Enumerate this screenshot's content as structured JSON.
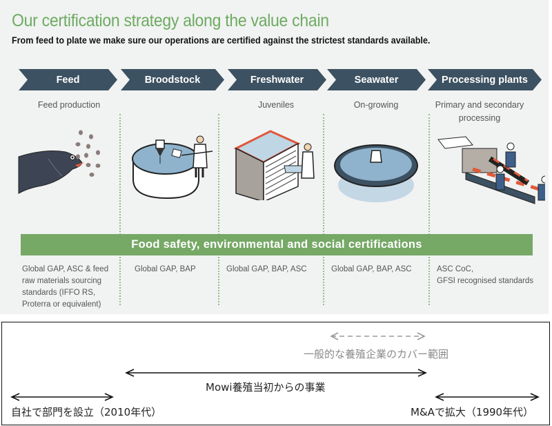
{
  "header": {
    "title": "Our certification strategy along the value chain",
    "subtitle": "From feed to plate we make sure our operations are certified against the strictest standards available."
  },
  "stages": [
    {
      "label": "Feed",
      "sub": "Feed production",
      "cert": "Global GAP, ASC & feed raw materials sourcing standards (IFFO RS, Proterra or equivalent)",
      "illustration": "salmon-eating-feed-illustration"
    },
    {
      "label": "Broodstock",
      "sub": "",
      "cert": "Global GAP, BAP",
      "illustration": "broodstock-tank-illustration"
    },
    {
      "label": "Freshwater",
      "sub": "Juveniles",
      "cert": "Global GAP, BAP, ASC",
      "illustration": "hatchery-trays-illustration"
    },
    {
      "label": "Seawater",
      "sub": "On-growing",
      "cert": "Global GAP, BAP, ASC",
      "illustration": "sea-pen-illustration"
    },
    {
      "label": "Processing plants",
      "sub": "Primary and secondary processing",
      "cert": "ASC CoC, GFSI recognised standards",
      "illustration": "processing-line-illustration"
    }
  ],
  "cert_lines": {
    "feed": [
      "Global GAP, ASC & feed",
      "raw materials sourcing",
      "standards (IFFO RS,",
      "Proterra or equivalent)"
    ],
    "processing": [
      "ASC CoC,",
      "GFSI recognised standards"
    ],
    "processing_sub": [
      "Primary and secondary",
      "processing"
    ]
  },
  "band": {
    "label": "Food safety, environmental and social certifications"
  },
  "colors": {
    "accent_green": "#76a866",
    "title_green": "#6dab60",
    "chevron": "#3c5161",
    "panel_bg": "#f1f2f2"
  },
  "scope": {
    "typical": {
      "label": "一般的な養殖企業のカバー範囲",
      "style": "dashed-gray"
    },
    "original": {
      "label": "Mowi養殖当初からの事業"
    },
    "inhouse": {
      "label": "自社で部門を設立（2010年代）"
    },
    "mna": {
      "label": "M&Aで拡大（1990年代）"
    }
  }
}
